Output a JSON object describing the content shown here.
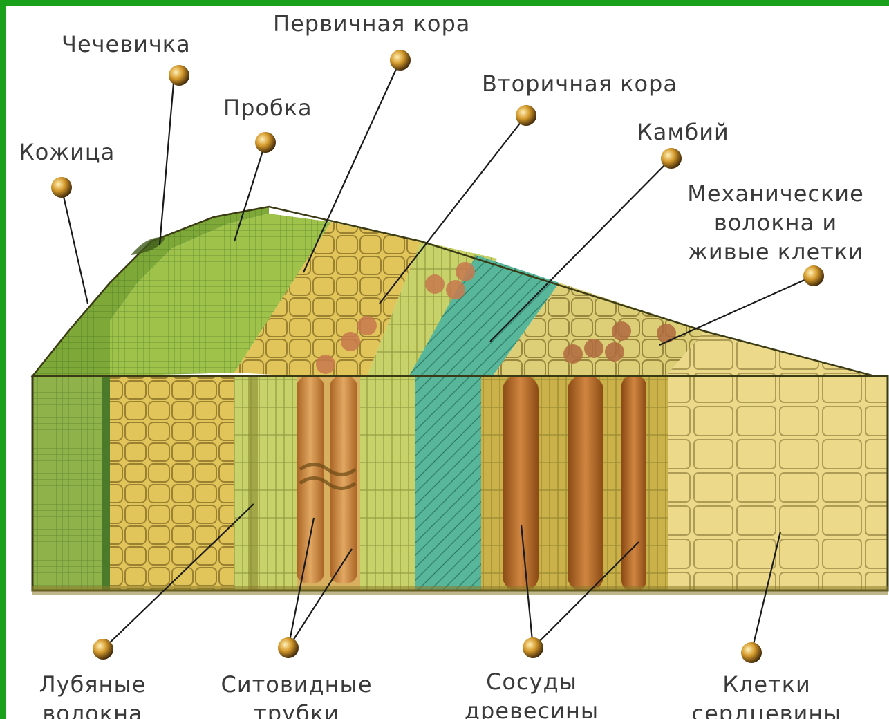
{
  "labels": {
    "lenticel": "Чечевичка",
    "primary_cortex": "Первичная кора",
    "cork": "Пробка",
    "secondary_cortex": "Вторичная кора",
    "epidermis": "Кожица",
    "cambium": "Камбий",
    "mech_line1": "Механические",
    "mech_line2": "волокна и",
    "mech_line3": "живые клетки",
    "bast_line1": "Лубяные",
    "bast_line2": "волокна",
    "sieve_line1": "Ситовидные",
    "sieve_line2": "трубки",
    "vessels_line1": "Сосуды",
    "vessels_line2": "древесины",
    "pith_line1": "Клетки",
    "pith_line2": "сердцевины"
  },
  "colors": {
    "frame": "#1aa01a",
    "epidermis": "#7ea838",
    "cork": "#9fc24a",
    "primary_cortex": "#e2c55a",
    "bast": "#c7d36a",
    "sieve": "#c88a3c",
    "cambium": "#58b69a",
    "wood": "#cbb14a",
    "vessel": "#b86a24",
    "pith": "#ecd98a",
    "pin": "#c8861e"
  }
}
